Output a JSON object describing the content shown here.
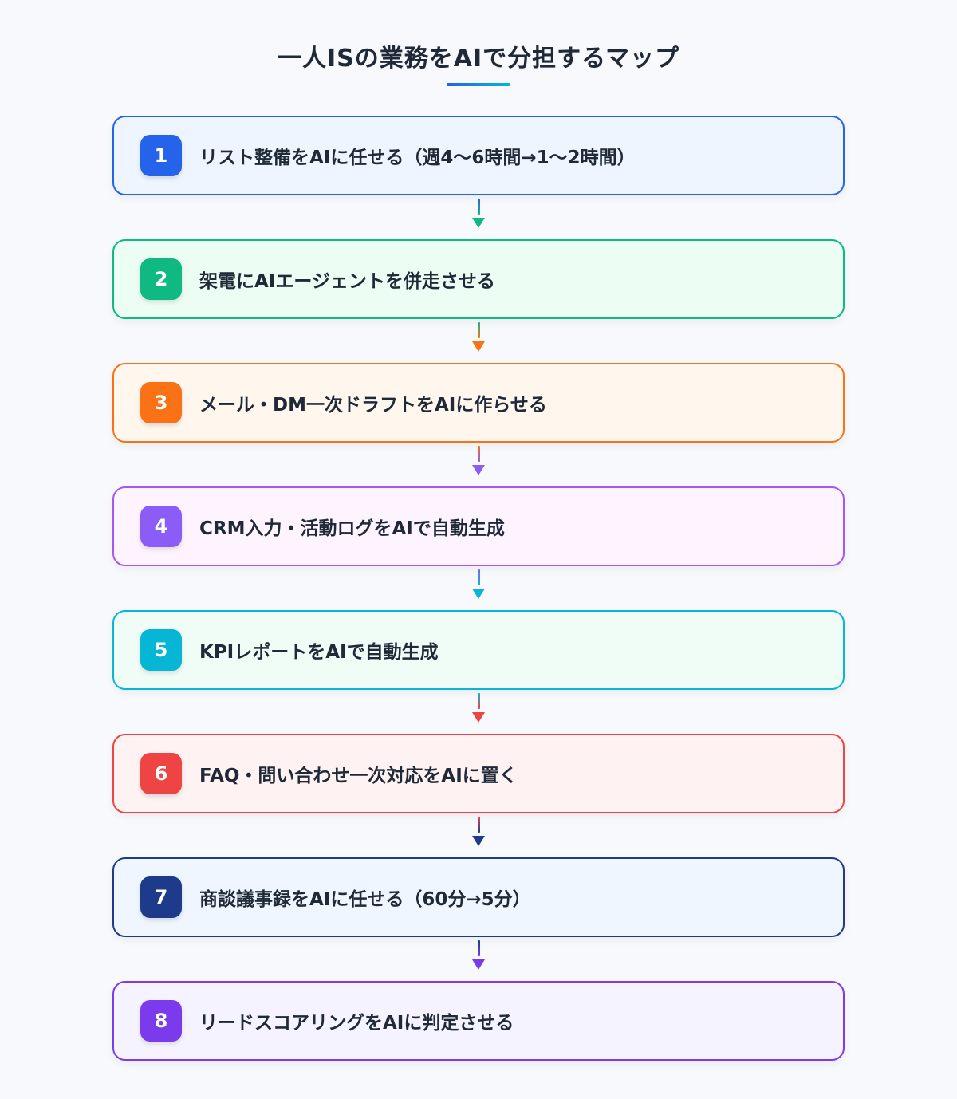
{
  "title": "一人ISの業務をAIで分担するマップ",
  "steps": [
    {
      "number": "1",
      "label": "リスト整備をAIに任せる（週4〜6時間→1〜2時間）",
      "color": "#2563eb",
      "bg": "#eef5ff",
      "border": "#2563eb"
    },
    {
      "number": "2",
      "label": "架電にAIエージェントを併走させる",
      "color": "#10b981",
      "bg": "#ecfdf4",
      "border": "#10b981"
    },
    {
      "number": "3",
      "label": "メール・DM一次ドラフトをAIに作らせる",
      "color": "#f97316",
      "bg": "#fff7ed",
      "border": "#f97316"
    },
    {
      "number": "4",
      "label": "CRM入力・活動ログをAIで自動生成",
      "color": "#8b5cf6",
      "bg": "#fdf4ff",
      "border": "#a855f7"
    },
    {
      "number": "5",
      "label": "KPIレポートをAIで自動生成",
      "color": "#06b6d4",
      "bg": "#f0fdf7",
      "border": "#06b6d4"
    },
    {
      "number": "6",
      "label": "FAQ・問い合わせ一次対応をAIに置く",
      "color": "#ef4444",
      "bg": "#fef2f2",
      "border": "#ef4444"
    },
    {
      "number": "7",
      "label": "商談議事録をAIに任せる（60分→5分）",
      "color": "#1e3a8a",
      "bg": "#eff6ff",
      "border": "#1e3a8a"
    },
    {
      "number": "8",
      "label": "リードスコアリングをAIに判定させる",
      "color": "#7c3aed",
      "bg": "#f5f3ff",
      "border": "#7c3aed"
    }
  ],
  "connectors": [
    {
      "from": "#2563eb",
      "to": "#10b981"
    },
    {
      "from": "#10b981",
      "to": "#f97316"
    },
    {
      "from": "#f97316",
      "to": "#8b5cf6"
    },
    {
      "from": "#8b5cf6",
      "to": "#06b6d4"
    },
    {
      "from": "#06b6d4",
      "to": "#ef4444"
    },
    {
      "from": "#ef4444",
      "to": "#1e3a8a"
    },
    {
      "from": "#1e3a8a",
      "to": "#7c3aed"
    }
  ]
}
